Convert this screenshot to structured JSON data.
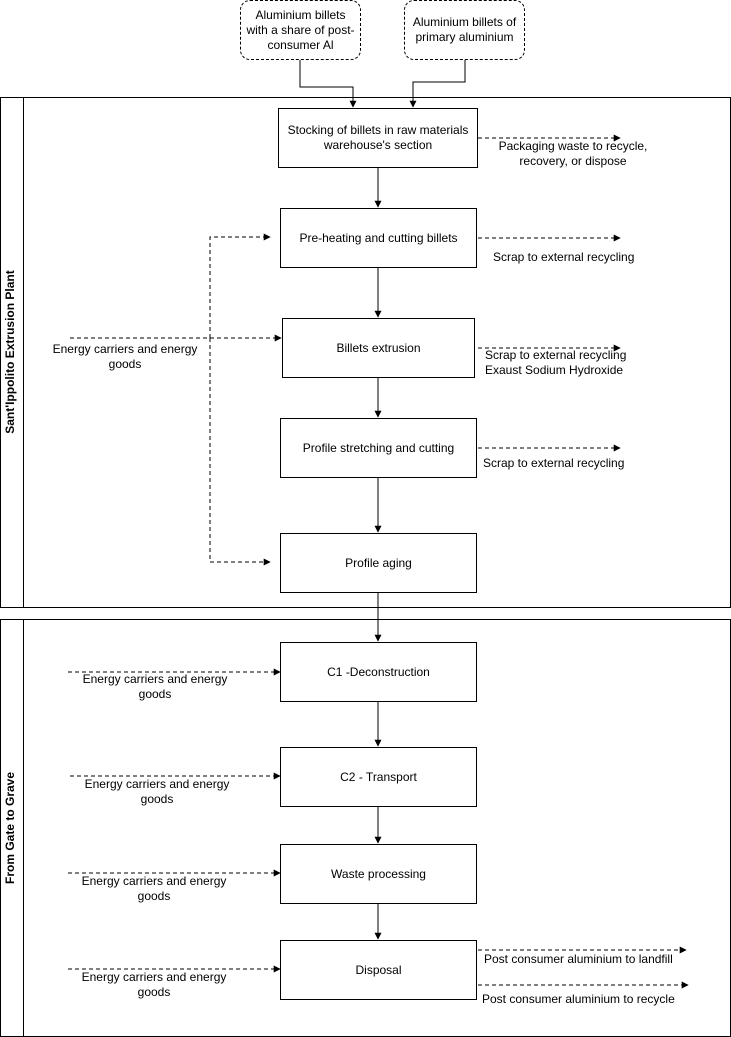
{
  "inputs": {
    "recycled_billets": "Aluminium billets with a share of post-consumer Al",
    "primary_billets": "Aluminium billets of primary aluminium"
  },
  "lanes": {
    "plant": "Sant'Ippolito Extrusion Plant",
    "grave": "From Gate to Grave"
  },
  "plant_steps": {
    "stocking": "Stocking of billets in raw materials warehouse's section",
    "preheating": "Pre-heating and cutting billets",
    "extrusion": "Billets extrusion",
    "stretching": "Profile stretching and cutting",
    "aging": "Profile aging"
  },
  "grave_steps": {
    "c1": "C1 -Deconstruction",
    "c2": "C2 - Transport",
    "waste": "Waste processing",
    "disposal": "Disposal"
  },
  "outputs": {
    "packaging": "Packaging waste to recycle, recovery, or dispose",
    "scrap_preheat": "Scrap to external recycling",
    "scrap_extrusion": "Scrap to external recycling",
    "sodium": "Exaust Sodium Hydroxide",
    "scrap_stretch": "Scrap to external recycling",
    "landfill": "Post consumer aluminium to landfill",
    "recycle": "Post consumer aluminium to recycle"
  },
  "energy": {
    "plant": "Energy carriers and energy goods",
    "c1": "Energy carriers and energy goods",
    "c2": "Energy carriers and energy goods",
    "waste": "Energy carriers and energy goods",
    "disposal": "Energy carriers and energy goods"
  }
}
